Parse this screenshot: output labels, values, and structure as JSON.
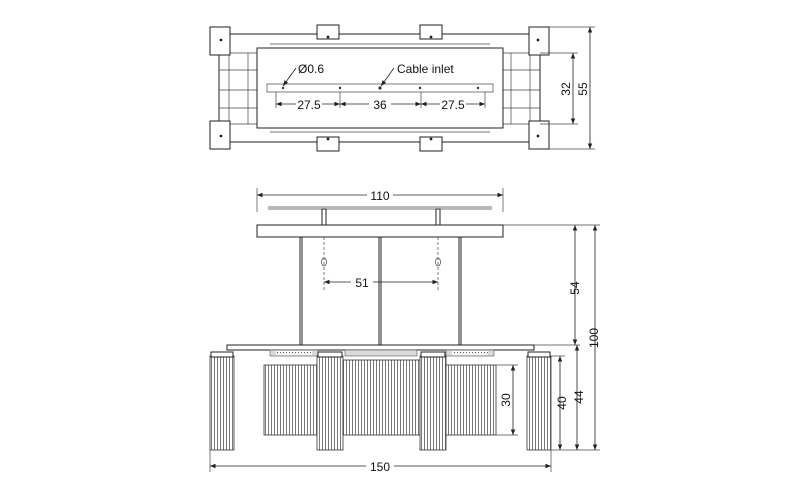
{
  "top_view": {
    "label_hole": "Ø0.6",
    "label_inlet": "Cable inlet",
    "dim_left": "27.5",
    "dim_mid": "36",
    "dim_right": "27.5",
    "dim_inner_height": "32",
    "dim_outer_height": "55"
  },
  "side_view": {
    "dim_canopy_width": "110",
    "dim_hook_spacing": "51",
    "dim_drop": "54",
    "dim_total_height": "100",
    "dim_tube_outer": "44",
    "dim_tube_mid": "40",
    "dim_tube_short": "30",
    "dim_total_width": "150"
  }
}
